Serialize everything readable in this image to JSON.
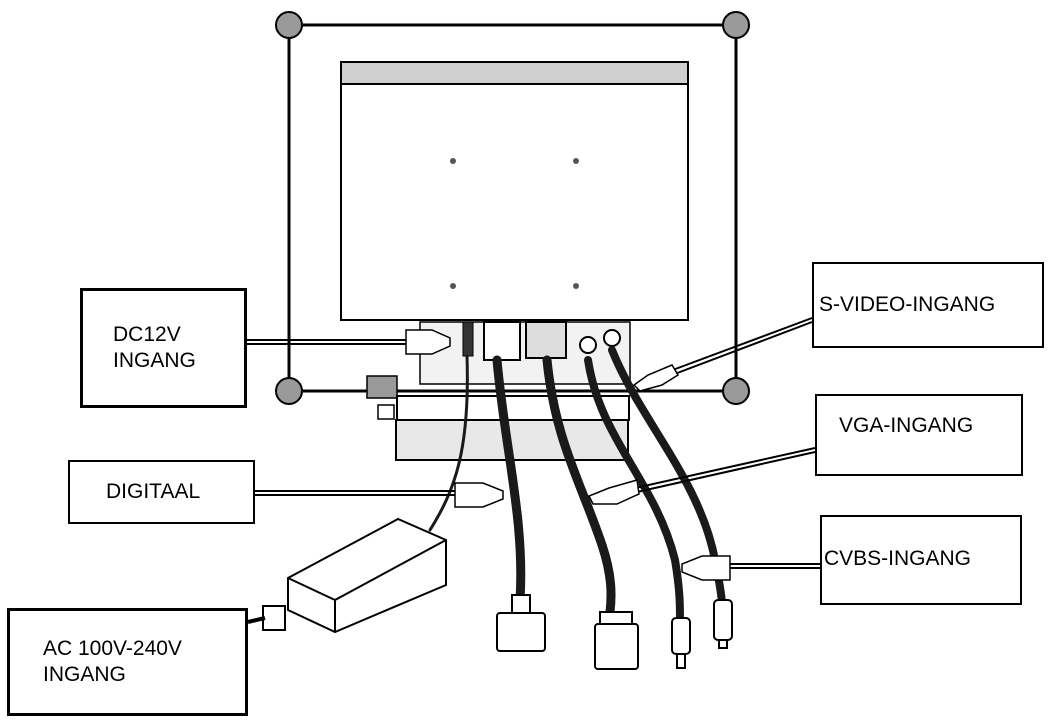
{
  "labels": {
    "dc12v": [
      "DC12V",
      "INGANG"
    ],
    "svideo": [
      "S-VIDEO-INGANG"
    ],
    "digitaal": [
      "DIGITAAL"
    ],
    "vga": [
      "VGA-INGANG"
    ],
    "cvbs": [
      "CVBS-INGANG"
    ],
    "ac": [
      "AC 100V-240V",
      "INGANG"
    ]
  },
  "colors": {
    "line": "#000000",
    "background": "#ffffff",
    "cable": "#1a1a1a"
  }
}
